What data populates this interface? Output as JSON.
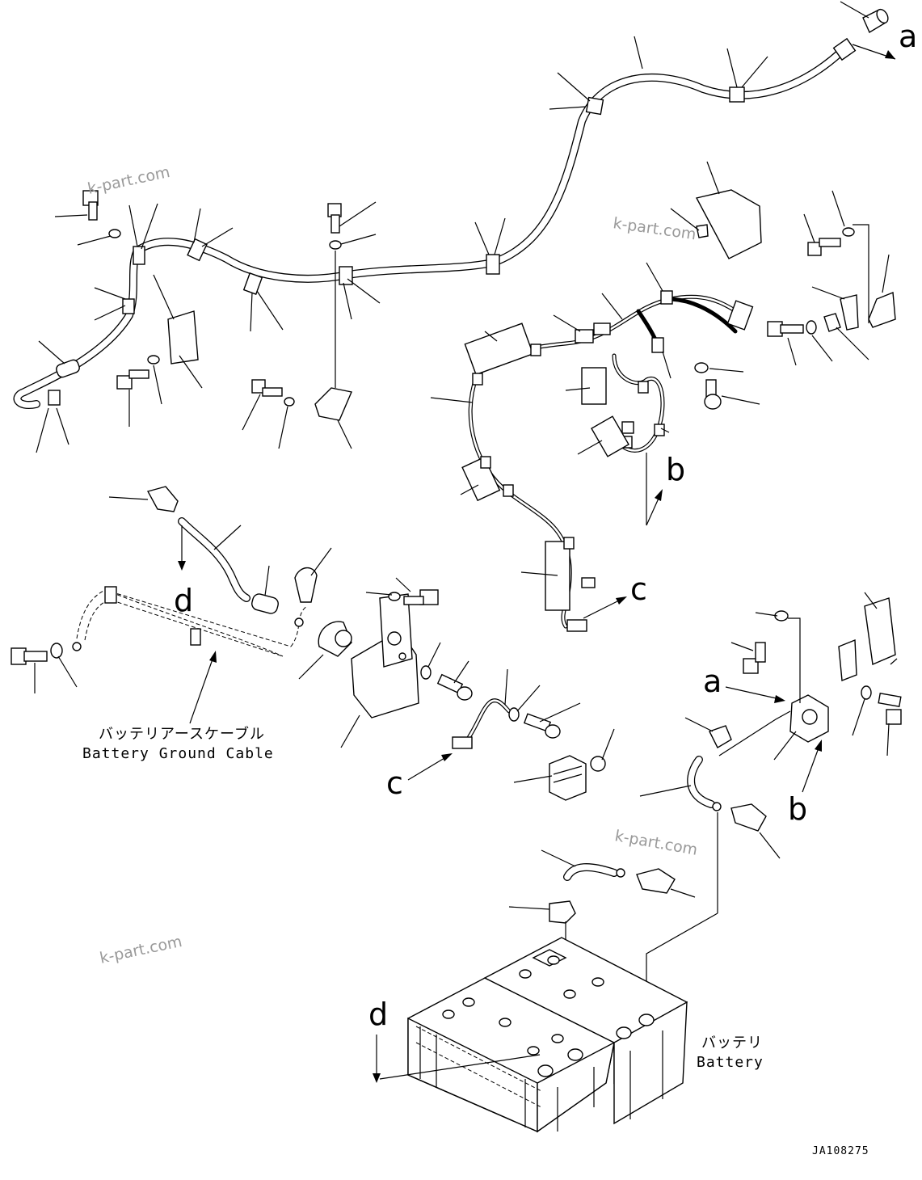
{
  "reference_letters": [
    "a",
    "b",
    "c",
    "d"
  ],
  "labels": {
    "battery_ground_cable_jp": "バッテリアースケーブル",
    "battery_ground_cable_en": "Battery Ground Cable",
    "battery_jp": "バッテリ",
    "battery_en": "Battery"
  },
  "watermark": "k-part.com",
  "drawing_code": "JA108275"
}
